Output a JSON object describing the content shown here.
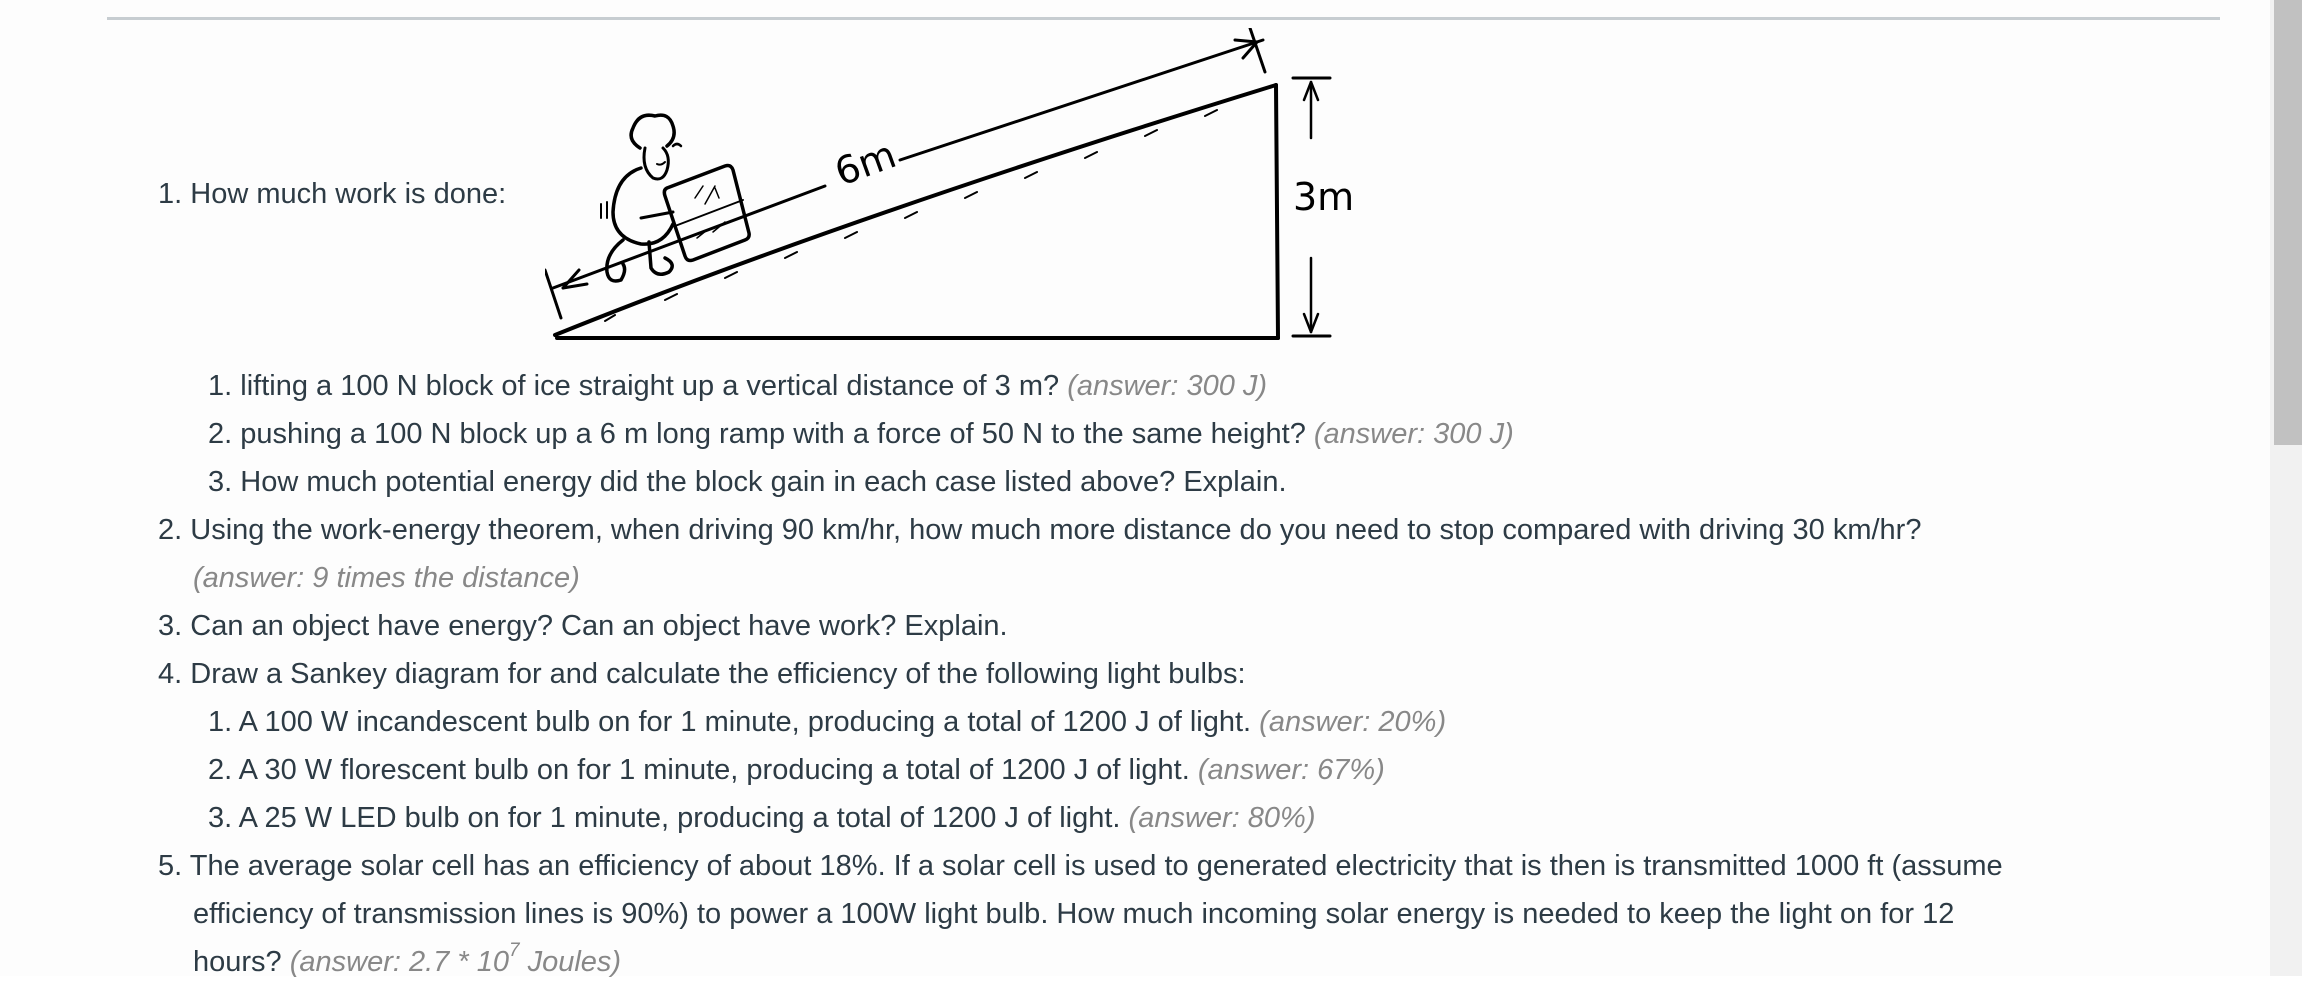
{
  "questions": [
    {
      "number": "1.",
      "text": "How much work is done:",
      "figure": {
        "description": "Cartoon of a person pushing a block up a ramp",
        "ramp_length_label": "6m",
        "height_label": "3m"
      },
      "subitems": [
        {
          "number": "1.",
          "text": "lifting a 100 N block of ice straight up a vertical distance of 3 m?",
          "answer": "(answer: 300 J)"
        },
        {
          "number": "2.",
          "text": "pushing a 100 N block up a 6 m long ramp with a force of 50 N to the same height?",
          "answer": "(answer: 300 J)"
        },
        {
          "number": "3.",
          "text": "How much potential energy did the block gain in each case listed above? Explain.",
          "answer": ""
        }
      ]
    },
    {
      "number": "2.",
      "text": "Using the work-energy theorem, when driving 90 km/hr, how much more distance do you need to stop compared with driving 30 km/hr?",
      "answer": "(answer: 9 times the distance)"
    },
    {
      "number": "3.",
      "text": "Can an object have energy?  Can an object have work?  Explain."
    },
    {
      "number": "4.",
      "text": "Draw a Sankey diagram for and calculate the efficiency of the following light bulbs:",
      "subitems": [
        {
          "number": "1.",
          "text": "A 100 W incandescent bulb on for 1 minute, producing a total of 1200 J of light.",
          "answer": "(answer: 20%)"
        },
        {
          "number": "2.",
          "text": "A 30 W florescent bulb on for 1 minute, producing a total of 1200 J of light.",
          "answer": "(answer: 67%)"
        },
        {
          "number": "3.",
          "text": "A 25 W LED bulb on for 1 minute, producing a total of 1200 J of light.",
          "answer": "(answer: 80%)"
        }
      ]
    },
    {
      "number": "5.",
      "text_line1": "The average solar cell has an efficiency of about 18%.  If a solar cell is used to generated electricity that is then is transmitted 1000 ft (assume",
      "text_line2": "efficiency of transmission lines is 90%) to power a 100W light bulb.  How much incoming solar energy is needed to keep the light on for 12",
      "text_line3": "hours?",
      "answer_prefix": "(answer: 2.7 * 10",
      "answer_exponent": "7",
      "answer_suffix": " Joules)"
    }
  ],
  "colors": {
    "text": "#2d3b45",
    "answer": "#888888",
    "rule": "#c7cdd1",
    "scrollbar_thumb": "#c1c1c1",
    "scrollbar_track": "#f1f1f1"
  }
}
